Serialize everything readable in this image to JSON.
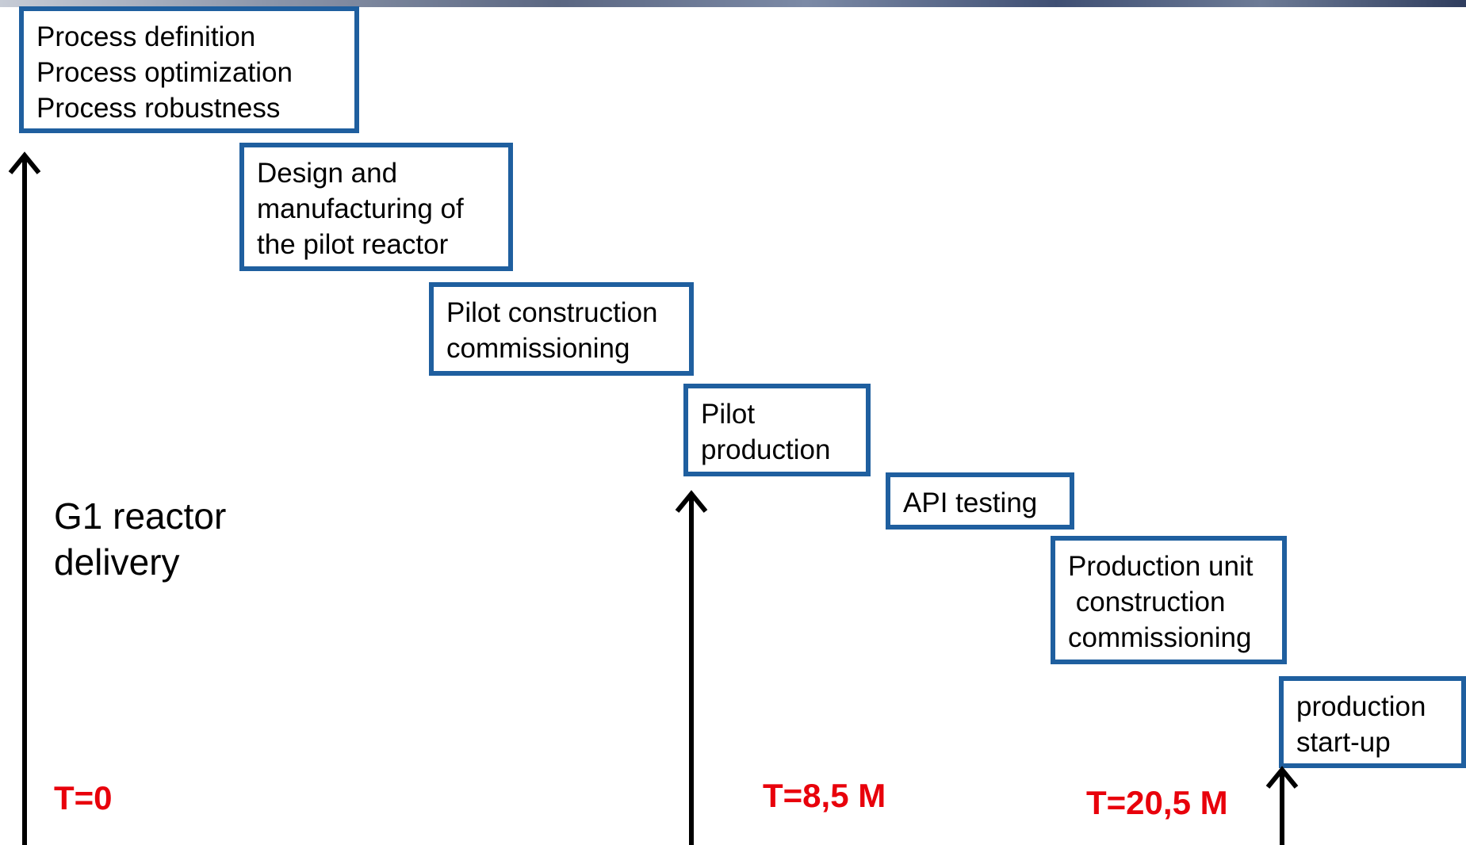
{
  "colors": {
    "box_border": "#1f5f9f",
    "milestone_text": "#e8000b",
    "arrow": "#000000"
  },
  "steps": [
    {
      "lines": [
        "Process definition",
        "Process optimization",
        "Process robustness"
      ]
    },
    {
      "lines": [
        "Design and",
        "manufacturing of",
        "the pilot reactor"
      ]
    },
    {
      "lines": [
        "Pilot construction",
        "commissioning"
      ]
    },
    {
      "lines": [
        "Pilot",
        "production"
      ]
    },
    {
      "lines": [
        "API testing"
      ]
    },
    {
      "lines": [
        "Production unit",
        " construction",
        "commissioning"
      ]
    },
    {
      "lines": [
        "production",
        "start-up"
      ]
    }
  ],
  "milestone_label": {
    "lines": [
      "G1 reactor",
      "delivery"
    ]
  },
  "milestones": [
    {
      "text": "T=0"
    },
    {
      "text": "T=8,5 M"
    },
    {
      "text": "T=20,5 M"
    }
  ],
  "arrows": [
    {
      "name": "arrow-t0",
      "icon": "up-arrow-icon"
    },
    {
      "name": "arrow-t8-5",
      "icon": "up-arrow-icon"
    },
    {
      "name": "arrow-t20-5",
      "icon": "up-arrow-icon"
    }
  ]
}
